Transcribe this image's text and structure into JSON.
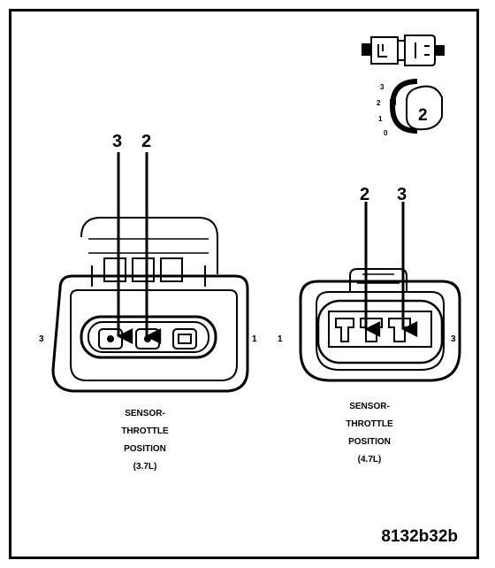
{
  "connector_left": {
    "caption": [
      "SENSOR-",
      "THROTTLE",
      "POSITION",
      "(3.7L)"
    ],
    "arrow_labels": [
      "3",
      "2"
    ],
    "side_labels": [
      "3",
      "1"
    ]
  },
  "connector_right": {
    "caption": [
      "SENSOR-",
      "THROTTLE",
      "POSITION",
      "(4.7L)"
    ],
    "arrow_labels": [
      "2",
      "3"
    ],
    "side_labels": [
      "1",
      "3"
    ]
  },
  "key_icon": {
    "scale_labels": [
      "3",
      "2",
      "1",
      "0"
    ],
    "key_value": "2"
  },
  "figure_code": "8132b32b"
}
